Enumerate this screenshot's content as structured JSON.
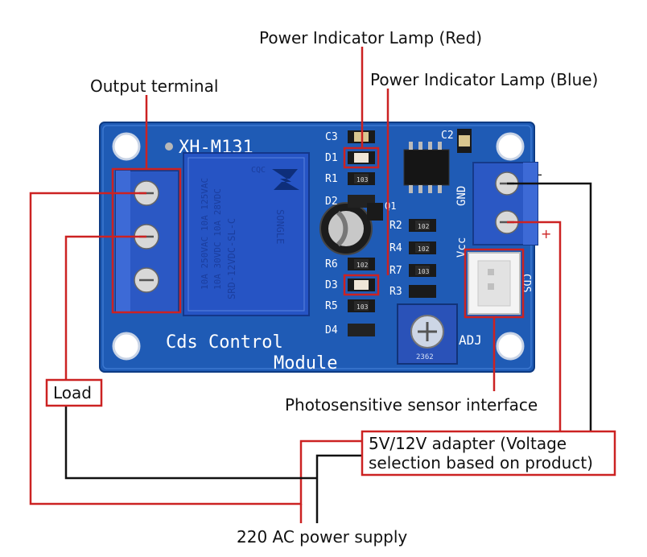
{
  "labels": {
    "power_lamp_red": "Power Indicator Lamp (Red)",
    "power_lamp_blue": "Power Indicator Lamp (Blue)",
    "output_terminal": "Output terminal",
    "load": "Load",
    "photosensitive": "Photosensitive sensor interface",
    "adapter_line1": "5V/12V adapter (Voltage",
    "adapter_line2": "selection based on product)",
    "ac_supply": "220 AC power supply",
    "minus": "-",
    "plus": "+"
  },
  "board": {
    "model": "XH-M131",
    "title_line1": "Cds Control",
    "title_line2": "Module",
    "adj": "ADJ",
    "gnd": "GND",
    "vcc": "Vcc",
    "cds": "CDS",
    "components": [
      "C3",
      "D1",
      "R1",
      "D2",
      "Q1",
      "R6",
      "D3",
      "R5",
      "D4",
      "R2",
      "R4",
      "R7",
      "R3",
      "C2"
    ],
    "resistor_codes": [
      "103",
      "102",
      "103",
      "102",
      "102",
      "103"
    ],
    "pot_code": "2362"
  },
  "relay": {
    "line1": "10A 250VAC  10A 125VAC",
    "line2": "10A 30VDC   10A 28VDC",
    "line3": "SRD-12VDC-SL-C",
    "brand": "SONGLE",
    "cqc": "CQC"
  },
  "colors": {
    "board": "#1f5bb5",
    "terminal": "#2b58c4",
    "callout_red": "#cc2222",
    "wire_black": "#111111"
  }
}
